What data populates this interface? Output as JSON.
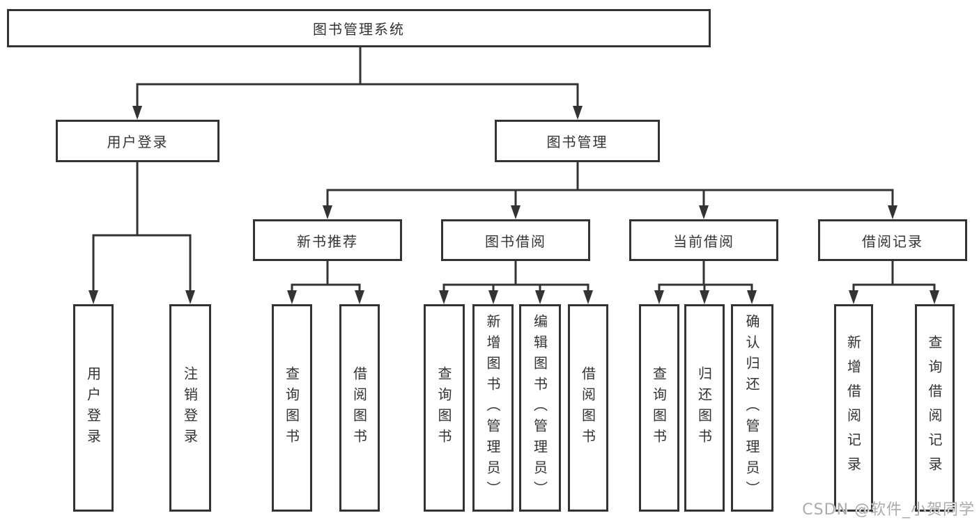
{
  "watermark": "CSDN @软件_小贺同学",
  "colors": {
    "line": "#333333",
    "box_border": "#333333",
    "box_fill": "#ffffff",
    "text": "#333333",
    "watermark": "#ababab"
  },
  "tree": {
    "root": {
      "label": "图书管理系统",
      "children": [
        {
          "label": "用户登录",
          "children": [
            {
              "label": "用户登录"
            },
            {
              "label": "注销登录"
            }
          ]
        },
        {
          "label": "图书管理",
          "children": [
            {
              "label": "新书推荐",
              "children": [
                {
                  "label": "查询图书"
                },
                {
                  "label": "借阅图书"
                }
              ]
            },
            {
              "label": "图书借阅",
              "children": [
                {
                  "label": "查询图书"
                },
                {
                  "label": "新增图书（管理员）"
                },
                {
                  "label": "编辑图书（管理员）"
                },
                {
                  "label": "借阅图书"
                }
              ]
            },
            {
              "label": "当前借阅",
              "children": [
                {
                  "label": "查询图书"
                },
                {
                  "label": "归还图书"
                },
                {
                  "label": "确认归还（管理员）"
                }
              ]
            },
            {
              "label": "借阅记录",
              "children": [
                {
                  "label": "新增借阅记录"
                },
                {
                  "label": "查询借阅记录"
                }
              ]
            }
          ]
        }
      ]
    }
  }
}
